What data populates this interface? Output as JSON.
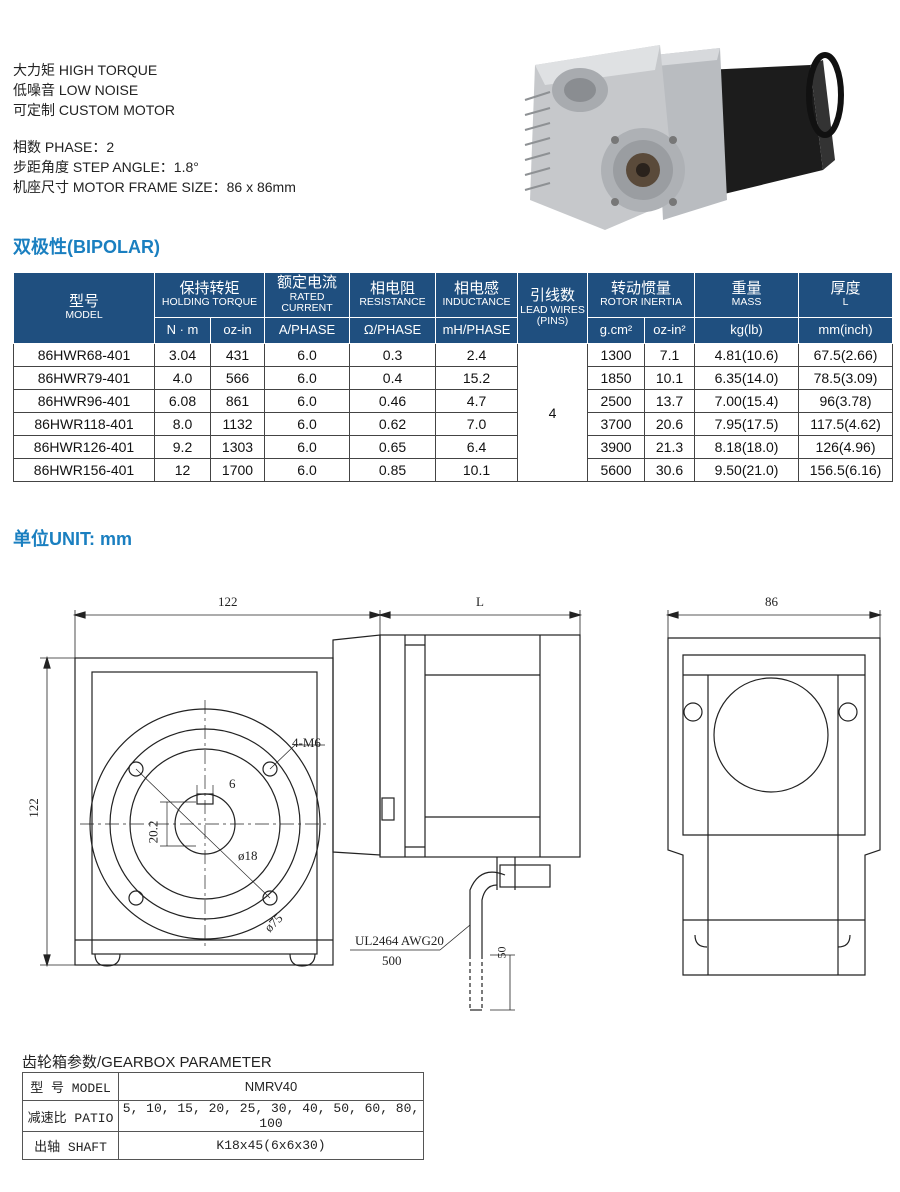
{
  "features": [
    "大力矩 HIGH TORQUE",
    "低噪音 LOW NOISE",
    "可定制 CUSTOM MOTOR"
  ],
  "params": [
    "相数 PHASE：2",
    "步距角度 STEP ANGLE：1.8°",
    "机座尺寸 MOTOR FRAME SIZE：86 x 86mm"
  ],
  "bipolar_title": "双极性(BIPOLAR)",
  "table": {
    "headers": {
      "model_cn": "型号",
      "model_en": "MODEL",
      "torque_cn": "保持转矩",
      "torque_en": "HOLDING TORQUE",
      "current_cn": "额定电流",
      "current_en": "RATED CURRENT",
      "resistance_cn": "相电阻",
      "resistance_en": "RESISTANCE",
      "inductance_cn": "相电感",
      "inductance_en": "INDUCTANCE",
      "leads_cn": "引线数",
      "leads_en": "LEAD WIRES",
      "leads_en2": "(PINS)",
      "inertia_cn": "转动惯量",
      "inertia_en": "ROTOR INERTIA",
      "mass_cn": "重量",
      "mass_en": "MASS",
      "length_cn": "厚度",
      "length_en": "L"
    },
    "units": [
      "N · m",
      "oz-in",
      "A/PHASE",
      "Ω/PHASE",
      "mH/PHASE",
      "g.cm²",
      "oz-in²",
      "kg(lb)",
      "mm(inch)"
    ],
    "lead_wires": "4",
    "rows": [
      [
        "86HWR68-401",
        "3.04",
        "431",
        "6.0",
        "0.3",
        "2.4",
        "1300",
        "7.1",
        "4.81(10.6)",
        "67.5(2.66)"
      ],
      [
        "86HWR79-401",
        "4.0",
        "566",
        "6.0",
        "0.4",
        "15.2",
        "1850",
        "10.1",
        "6.35(14.0)",
        "78.5(3.09)"
      ],
      [
        "86HWR96-401",
        "6.08",
        "861",
        "6.0",
        "0.46",
        "4.7",
        "2500",
        "13.7",
        "7.00(15.4)",
        "96(3.78)"
      ],
      [
        "86HWR118-401",
        "8.0",
        "1132",
        "6.0",
        "0.62",
        "7.0",
        "3700",
        "20.6",
        "7.95(17.5)",
        "117.5(4.62)"
      ],
      [
        "86HWR126-401",
        "9.2",
        "1303",
        "6.0",
        "0.65",
        "6.4",
        "3900",
        "21.3",
        "8.18(18.0)",
        "126(4.96)"
      ],
      [
        "86HWR156-401",
        "12",
        "1700",
        "6.0",
        "0.85",
        "10.1",
        "5600",
        "30.6",
        "9.50(21.0)",
        "156.5(6.16)"
      ]
    ]
  },
  "unit_title": "单位UNIT: mm",
  "drawing": {
    "dim_122_top": "122",
    "dim_L": "L",
    "dim_86": "86",
    "dim_122_side": "122",
    "m6": "4-M6",
    "key6": "6",
    "d202": "20.2",
    "d18": "ø18",
    "d75": "ø75",
    "cable": "UL2464 AWG20",
    "cable_len": "500",
    "strip": "50"
  },
  "gearbox": {
    "title": "齿轮箱参数/GEARBOX PARAMETER",
    "rows": [
      {
        "label": "型 号  MODEL",
        "value": "NMRV40"
      },
      {
        "label": "减速比 PATIO",
        "value": "5, 10, 15, 20, 25, 30, 40, 50, 60, 80, 100"
      },
      {
        "label": "出轴  SHAFT",
        "value": "K18x45(6x6x30)"
      }
    ]
  }
}
